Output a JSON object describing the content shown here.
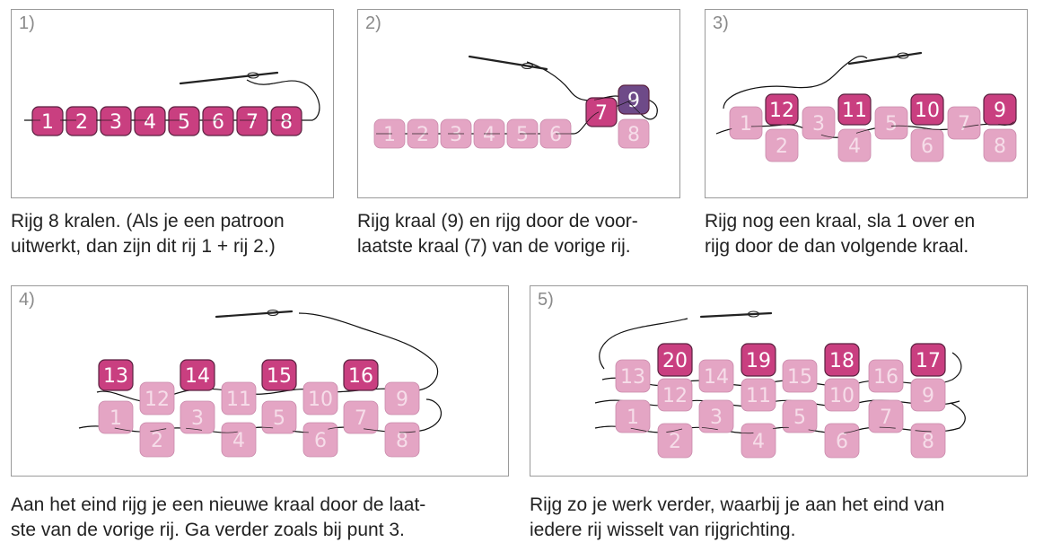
{
  "colors": {
    "dark_bead": "#c93f80",
    "light_bead": "#e4a5c4",
    "purple_bead": "#6e4a88",
    "thread": "#111111",
    "border": "#9a9a9a"
  },
  "steps": [
    {
      "number": "1)",
      "caption_lines": [
        "Rijg 8 kralen. (Als je een patroon",
        "uitwerkt, dan zijn dit rij 1 + rij 2.)"
      ],
      "beads": [
        {
          "label": "1",
          "color": "dark"
        },
        {
          "label": "2",
          "color": "dark"
        },
        {
          "label": "3",
          "color": "dark"
        },
        {
          "label": "4",
          "color": "dark"
        },
        {
          "label": "5",
          "color": "dark"
        },
        {
          "label": "6",
          "color": "dark"
        },
        {
          "label": "7",
          "color": "dark"
        },
        {
          "label": "8",
          "color": "dark"
        }
      ]
    },
    {
      "number": "2)",
      "caption_lines": [
        "Rijg kraal (9) en rijg door de voor-",
        "laatste kraal (7) van de vorige rij."
      ],
      "beads": [
        {
          "label": "1",
          "color": "light"
        },
        {
          "label": "2",
          "color": "light"
        },
        {
          "label": "3",
          "color": "light"
        },
        {
          "label": "4",
          "color": "light"
        },
        {
          "label": "5",
          "color": "light"
        },
        {
          "label": "6",
          "color": "light"
        },
        {
          "label": "7",
          "color": "dark"
        },
        {
          "label": "8",
          "color": "light"
        },
        {
          "label": "9",
          "color": "purple"
        }
      ]
    },
    {
      "number": "3)",
      "caption_lines": [
        "Rijg nog een kraal, sla 1 over en",
        "rijg door de dan volgende kraal."
      ],
      "beads": [
        {
          "label": "12",
          "color": "dark"
        },
        {
          "label": "11",
          "color": "dark"
        },
        {
          "label": "10",
          "color": "dark"
        },
        {
          "label": "9",
          "color": "dark"
        },
        {
          "label": "1",
          "color": "light"
        },
        {
          "label": "3",
          "color": "light"
        },
        {
          "label": "5",
          "color": "light"
        },
        {
          "label": "7",
          "color": "light"
        },
        {
          "label": "2",
          "color": "light"
        },
        {
          "label": "4",
          "color": "light"
        },
        {
          "label": "6",
          "color": "light"
        },
        {
          "label": "8",
          "color": "light"
        }
      ]
    },
    {
      "number": "4)",
      "caption_lines": [
        "Aan het eind rijg je een nieuwe kraal door de laat-",
        "ste van de vorige rij. Ga verder zoals bij punt 3."
      ],
      "beads": [
        {
          "label": "13",
          "color": "dark"
        },
        {
          "label": "14",
          "color": "dark"
        },
        {
          "label": "15",
          "color": "dark"
        },
        {
          "label": "16",
          "color": "dark"
        },
        {
          "label": "12",
          "color": "light"
        },
        {
          "label": "11",
          "color": "light"
        },
        {
          "label": "10",
          "color": "light"
        },
        {
          "label": "9",
          "color": "light"
        },
        {
          "label": "1",
          "color": "light"
        },
        {
          "label": "3",
          "color": "light"
        },
        {
          "label": "5",
          "color": "light"
        },
        {
          "label": "7",
          "color": "light"
        },
        {
          "label": "2",
          "color": "light"
        },
        {
          "label": "4",
          "color": "light"
        },
        {
          "label": "6",
          "color": "light"
        },
        {
          "label": "8",
          "color": "light"
        }
      ]
    },
    {
      "number": "5)",
      "caption_lines": [
        "Rijg zo je werk verder, waarbij je aan het eind van",
        "iedere rij wisselt van rijgrichting."
      ],
      "beads": [
        {
          "label": "20",
          "color": "dark"
        },
        {
          "label": "19",
          "color": "dark"
        },
        {
          "label": "18",
          "color": "dark"
        },
        {
          "label": "17",
          "color": "dark"
        },
        {
          "label": "13",
          "color": "light"
        },
        {
          "label": "14",
          "color": "light"
        },
        {
          "label": "15",
          "color": "light"
        },
        {
          "label": "16",
          "color": "light"
        },
        {
          "label": "12",
          "color": "light"
        },
        {
          "label": "11",
          "color": "light"
        },
        {
          "label": "10",
          "color": "light"
        },
        {
          "label": "9",
          "color": "light"
        },
        {
          "label": "1",
          "color": "light"
        },
        {
          "label": "3",
          "color": "light"
        },
        {
          "label": "5",
          "color": "light"
        },
        {
          "label": "7",
          "color": "light"
        },
        {
          "label": "2",
          "color": "light"
        },
        {
          "label": "4",
          "color": "light"
        },
        {
          "label": "6",
          "color": "light"
        },
        {
          "label": "8",
          "color": "light"
        }
      ]
    }
  ]
}
